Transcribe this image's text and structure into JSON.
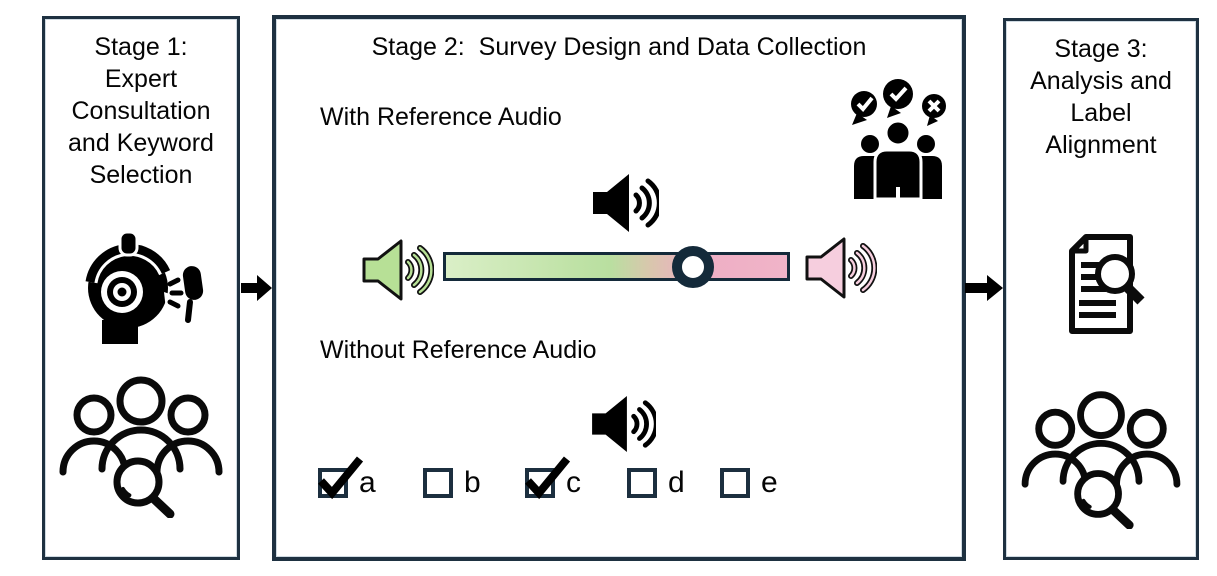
{
  "colors": {
    "box_border_navy": "#1e3141",
    "slider_border_navy": "#142a3a",
    "checkbox_navy": "#1c2f3f",
    "arrow_black": "#000000",
    "speaker_green_fill": "#b7e096",
    "speaker_pink_fill": "#f6cede",
    "track_gradient_left_green": "#bfe2a6",
    "track_gradient_right_pink": "#f0b4c8"
  },
  "stage1": {
    "title": "Stage 1:\nExpert\nConsultation\nand Keyword\nSelection"
  },
  "stage2": {
    "title": "Stage 2:  Survey Design and Data Collection",
    "with_label": "With Reference Audio",
    "without_label": "Without Reference Audio",
    "slider": {
      "thumb_position_pct": 72.5
    },
    "checkboxes": [
      {
        "label": "a",
        "checked": true
      },
      {
        "label": "b",
        "checked": false
      },
      {
        "label": "c",
        "checked": true
      },
      {
        "label": "d",
        "checked": false
      },
      {
        "label": "e",
        "checked": false
      }
    ]
  },
  "stage3": {
    "title": "Stage 3:\nAnalysis and\nLabel\nAlignment"
  },
  "icons": {
    "stage1": [
      "headset-person-icon",
      "group-search-icon"
    ],
    "stage2": [
      "group-feedback-bubbles-icon",
      "speaker-icon",
      "speaker-green-icon",
      "speaker-pink-icon"
    ],
    "stage3": [
      "document-search-icon",
      "group-search-icon"
    ]
  }
}
